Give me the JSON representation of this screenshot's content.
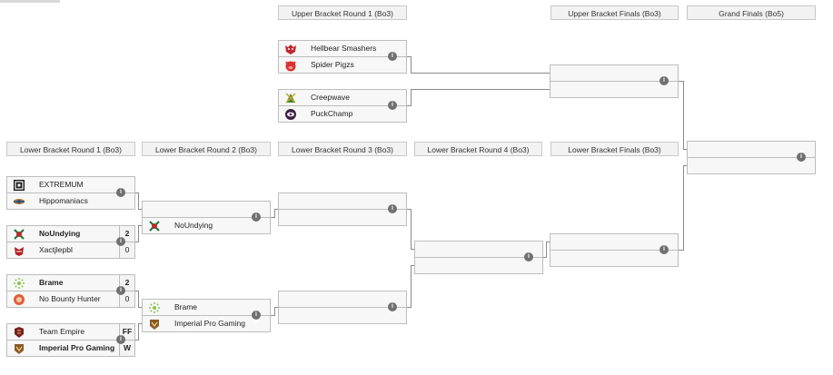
{
  "headers": {
    "ub_r1": "Upper Bracket Round 1 (Bo3)",
    "ub_finals": "Upper Bracket Finals (Bo3)",
    "grand_finals": "Grand Finals (Bo5)",
    "lb_r1": "Lower Bracket Round 1 (Bo3)",
    "lb_r2": "Lower Bracket Round 2 (Bo3)",
    "lb_r3": "Lower Bracket Round 3 (Bo3)",
    "lb_r4": "Lower Bracket Round 4 (Bo3)",
    "lb_finals": "Lower Bracket Finals (Bo3)"
  },
  "info_glyph": "i",
  "matches": {
    "ub_r1_m1": {
      "team1": "Hellbear Smashers",
      "team2": "Spider Pigzs"
    },
    "ub_r1_m2": {
      "team1": "Creepwave",
      "team2": "PuckChamp"
    },
    "ub_finals": {
      "team1": "",
      "team2": ""
    },
    "grand_finals": {
      "team1": "",
      "team2": ""
    },
    "lb_r1_m1": {
      "team1": "EXTREMUM",
      "team2": "Hippomaniacs"
    },
    "lb_r1_m2": {
      "team1": "NoUndying",
      "score1": "2",
      "team2": "Xactjlepbl",
      "score2": "0"
    },
    "lb_r1_m3": {
      "team1": "Brame",
      "score1": "2",
      "team2": "No Bounty Hunter",
      "score2": "0"
    },
    "lb_r1_m4": {
      "team1": "Team Empire",
      "score1": "FF",
      "team2": "Imperial Pro Gaming",
      "score2": "W"
    },
    "lb_r2_m1": {
      "team1": "",
      "team2": "NoUndying"
    },
    "lb_r2_m2": {
      "team1": "Brame",
      "team2": "Imperial Pro Gaming"
    },
    "lb_r3_m1": {
      "team1": "",
      "team2": ""
    },
    "lb_r3_m2": {
      "team1": "",
      "team2": ""
    },
    "lb_r4_m1": {
      "team1": "",
      "team2": ""
    },
    "lb_finals": {
      "team1": "",
      "team2": ""
    }
  },
  "logo_colors": {
    "hellbear": "#c0282d",
    "spider_pigzs": "#d8312f",
    "creepwave": "#3c8a3a",
    "puckchamp": "#5a2e5e",
    "extremum": "#1a1a1a",
    "hippomaniacs": "#b07a1e",
    "noundying": "#1e7b3a",
    "xactjlepbl": "#b02020",
    "brame": "#8bc34a",
    "no_bounty_hunter": "#e0603a",
    "team_empire": "#7a1e1e",
    "imperial": "#8b5a2b"
  }
}
